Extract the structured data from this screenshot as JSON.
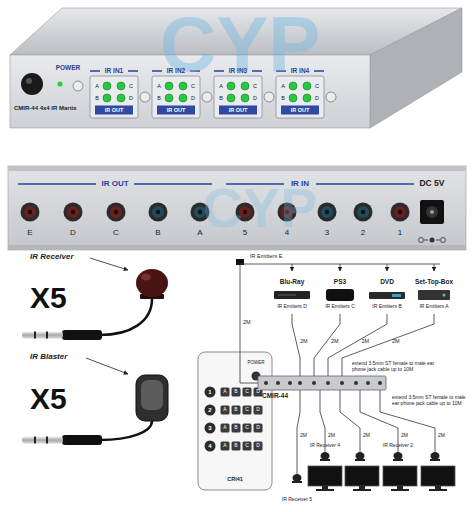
{
  "diagram": {
    "nodes": [
      {
        "text": [
          "Blu-Ray",
          "IR Emitters D"
        ]
      },
      {
        "text": [
          "PS3",
          "IR Emitters C"
        ]
      },
      {
        "text": [
          "DVD",
          "IR Emitters B"
        ]
      },
      {
        "text": [
          "Set-Top-Box",
          "IR Emitters A"
        ]
      },
      {
        "text": [
          "CMIR-44"
        ]
      },
      {
        "text": [
          "POWER",
          "CRI41"
        ]
      }
    ],
    "edges": [
      {
        "from": 0,
        "to": 4,
        "label": "2M",
        "arrow": "none"
      },
      {
        "from": 1,
        "to": 4,
        "label": "2M",
        "arrow": "none"
      },
      {
        "from": 2,
        "to": 4,
        "label": "2M",
        "arrow": "none"
      },
      {
        "from": 3,
        "to": 4,
        "label": "2M",
        "arrow": "none"
      }
    ],
    "labels": [
      "CYP",
      "POWER",
      "CMIR-44 4x4 IR Martix",
      "IR IN1",
      "A",
      "B",
      "C",
      "D",
      "IR OUT",
      "IR IN2",
      "A",
      "B",
      "C",
      "D",
      "IR OUT",
      "IR IN3",
      "A",
      "B",
      "C",
      "D",
      "IR OUT",
      "IR IN4",
      "A",
      "B",
      "C",
      "D",
      "IR OUT",
      "CYP",
      "IR OUT",
      "IR IN",
      "DC 5V",
      "E",
      "D",
      "C",
      "B",
      "A",
      "5",
      "4",
      "3",
      "2",
      "1",
      "IR Receiver",
      "X5",
      "IR Blaster",
      "X5",
      "1",
      "A",
      "B",
      "C",
      "D",
      "2",
      "A",
      "B",
      "C",
      "D",
      "3",
      "A",
      "B",
      "C",
      "D",
      "4",
      "A",
      "B",
      "C",
      "D",
      "IR Emitters E",
      "2M",
      "extend 3.5mm ST female to male ear phone jack cable up to 10M",
      "extend 3.5mm ST female to male ear phone jack cable up to 10M",
      "2M",
      "2M",
      "2M",
      "2M",
      "2M",
      "IR Receiver 4",
      "IR Receiver 2",
      "IR Receiver 5"
    ]
  }
}
